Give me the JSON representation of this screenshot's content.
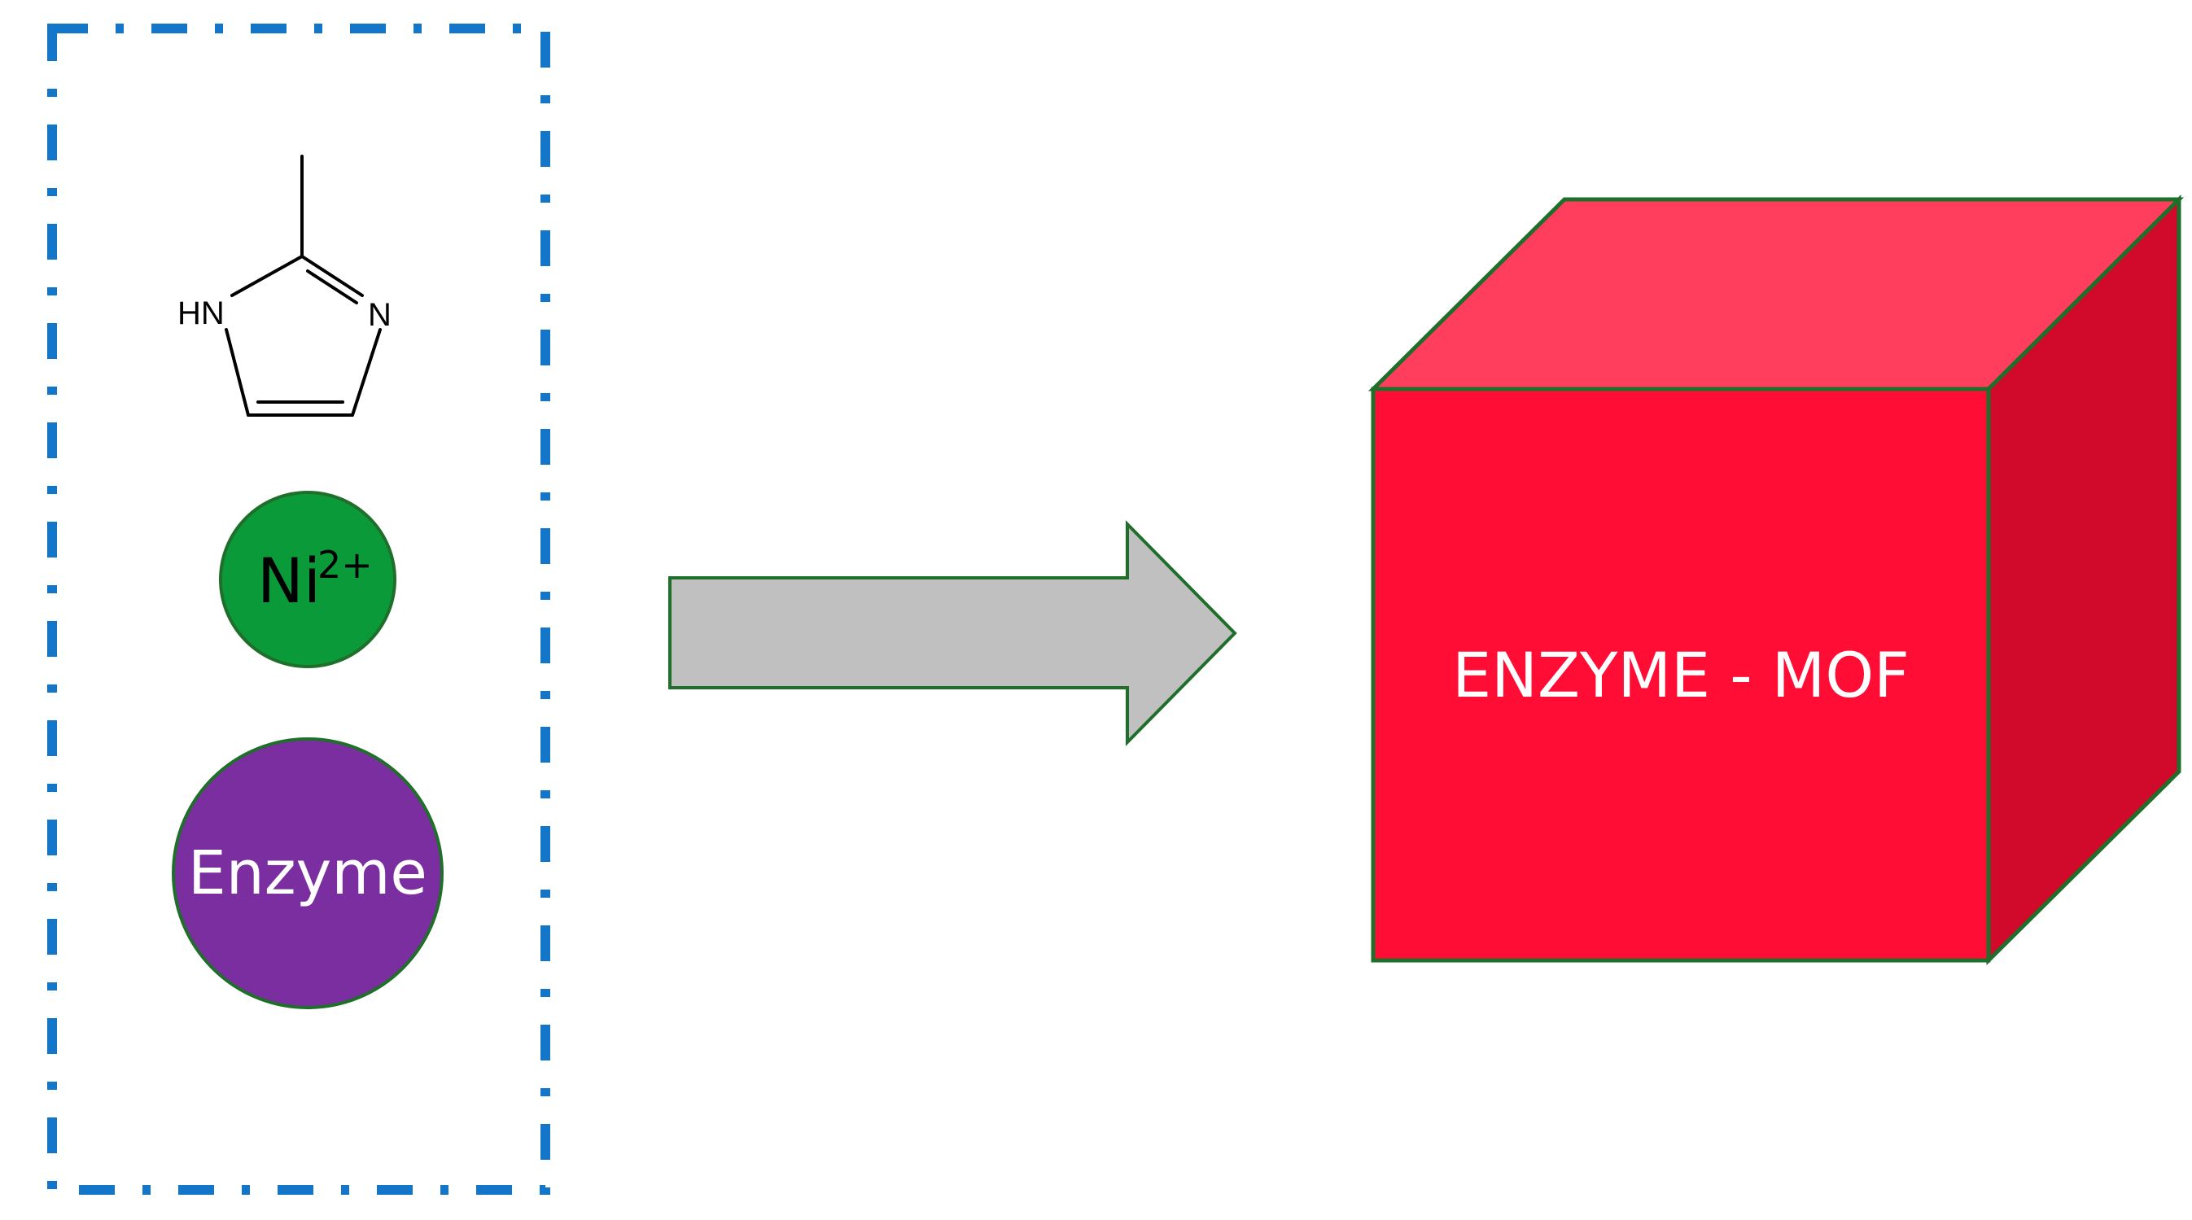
{
  "reactants": {
    "ligand": {
      "label_nh": "HN",
      "label_n": "N"
    },
    "metal_ion": {
      "symbol": "Ni",
      "charge": "2+",
      "fill": "#0b9a3a"
    },
    "enzyme": {
      "label": "Enzyme",
      "fill": "#7b2ea0"
    },
    "box_border_color": "#1376c9"
  },
  "arrow": {
    "fill": "#c0c0c0"
  },
  "product": {
    "label": "ENZYME - MOF",
    "front_color": "#ff0d35",
    "top_color": "#ff3d5c",
    "side_color": "#d10a2b",
    "edge_color": "#1f6e2a"
  }
}
